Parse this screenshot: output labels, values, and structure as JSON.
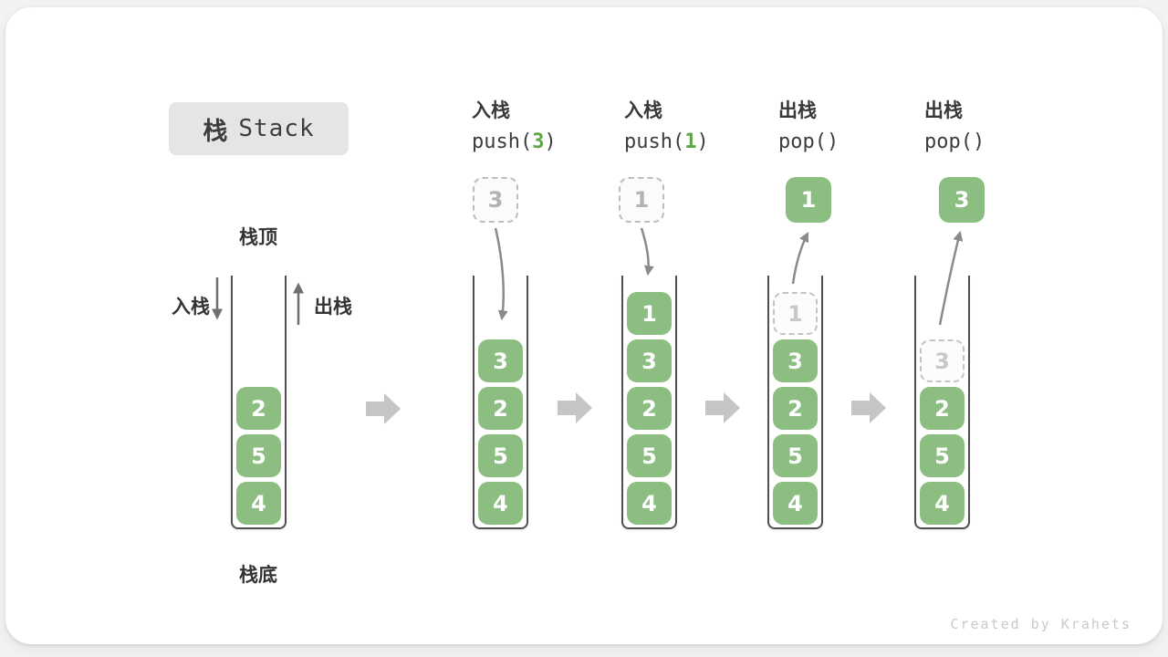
{
  "title": {
    "zh": "栈",
    "en": "Stack"
  },
  "stack_labels": {
    "top": "栈顶",
    "bottom": "栈底",
    "push": "入栈",
    "pop": "出栈"
  },
  "operations": [
    {
      "type": "push",
      "label": "入栈",
      "code_prefix": "push(",
      "code_arg": "3",
      "code_suffix": ")",
      "floating_value": "3",
      "floating_style": "dashed"
    },
    {
      "type": "push",
      "label": "入栈",
      "code_prefix": "push(",
      "code_arg": "1",
      "code_suffix": ")",
      "floating_value": "1",
      "floating_style": "dashed"
    },
    {
      "type": "pop",
      "label": "出栈",
      "code_prefix": "pop(",
      "code_arg": "",
      "code_suffix": ")",
      "floating_value": "1",
      "floating_style": "solid"
    },
    {
      "type": "pop",
      "label": "出栈",
      "code_prefix": "pop(",
      "code_arg": "",
      "code_suffix": ")",
      "floating_value": "3",
      "floating_style": "solid"
    }
  ],
  "stacks": [
    {
      "name": "initial",
      "cells": [
        "2",
        "5",
        "4"
      ]
    },
    {
      "name": "after-push-3",
      "cells": [
        "3",
        "2",
        "5",
        "4"
      ]
    },
    {
      "name": "after-push-1",
      "cells": [
        "1",
        "3",
        "2",
        "5",
        "4"
      ]
    },
    {
      "name": "after-pop-1",
      "ghost": "1",
      "cells": [
        "3",
        "2",
        "5",
        "4"
      ]
    },
    {
      "name": "after-pop-3",
      "ghost": "3",
      "cells": [
        "2",
        "5",
        "4"
      ]
    }
  ],
  "watermark": "Created by Krahets",
  "colors": {
    "cell_green": "#8CBE82",
    "code_arg_green": "#5FA348",
    "stack_wall_gray": "#4F4F4F",
    "curved_arrow_gray": "#8A8A8A",
    "block_arrow_gray": "#C5C5C5",
    "dashed_border_gray": "#BDBDBD",
    "title_bg": "#E5E5E5",
    "text_dark": "#3D3D3D",
    "watermark_gray": "#C9C9C9"
  }
}
